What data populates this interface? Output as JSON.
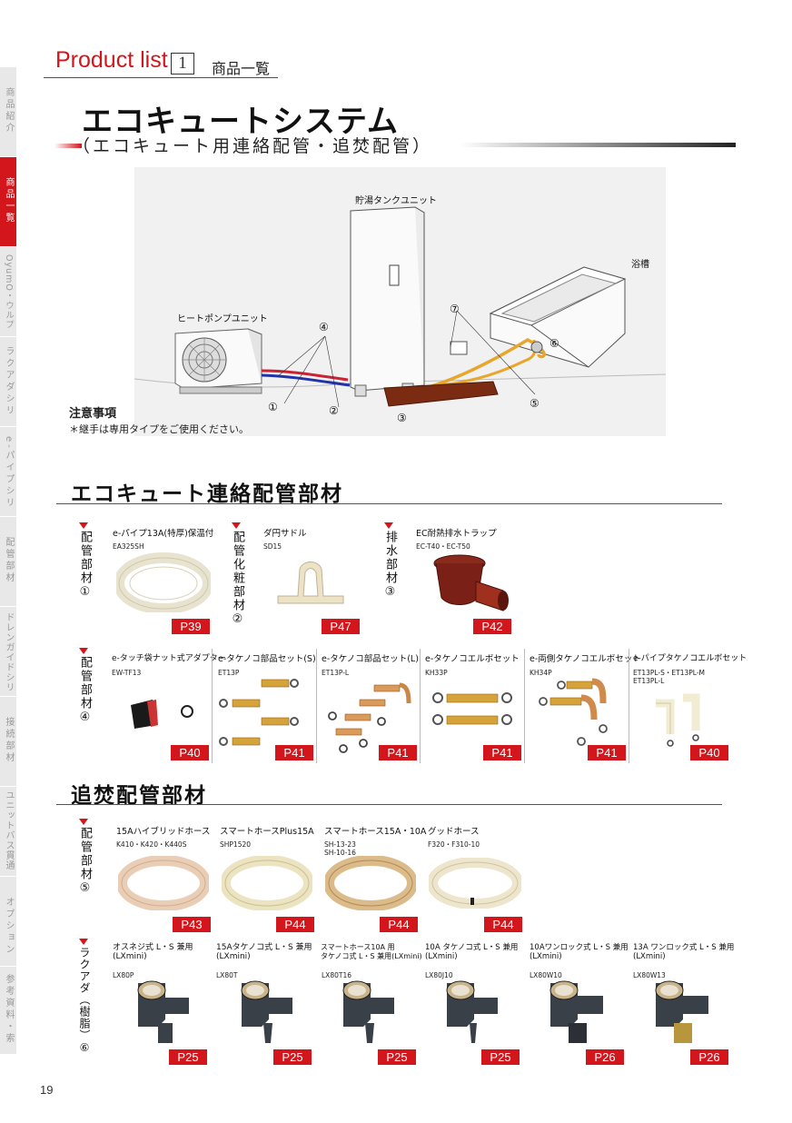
{
  "header": {
    "product_list": "Product list",
    "list_no": "1",
    "product_list_jp": "商品一覧",
    "title": "エコキュートシステム",
    "subtitle": "（エコキュート用連絡配管・追焚配管）"
  },
  "side_tabs": [
    {
      "label": "商品紹介",
      "active": false
    },
    {
      "label": "商品一覧",
      "active": true
    },
    {
      "label": "OyumO・ウルプロシリーズ",
      "active": false
    },
    {
      "label": "ラクアダシリーズ",
      "active": false
    },
    {
      "label": "e-パイプシリーズ",
      "active": false
    },
    {
      "label": "配管部材",
      "active": false
    },
    {
      "label": "ドレンガイドシリーズ",
      "active": false
    },
    {
      "label": "接続部材",
      "active": false
    },
    {
      "label": "ユニットバス貫通金具",
      "active": false
    },
    {
      "label": "オプション",
      "active": false
    },
    {
      "label": "参考資料・索引",
      "active": false
    }
  ],
  "diagram": {
    "labels": {
      "tank": "貯湯タンクユニット",
      "heatpump": "ヒートポンプユニット",
      "bathtub": "浴槽"
    },
    "numbers": [
      "①",
      "②",
      "③",
      "④",
      "⑤",
      "⑥",
      "⑦"
    ]
  },
  "note": {
    "title": "注意事項",
    "text": "＊継手は専用タイプをご使用ください。"
  },
  "sections": {
    "renraku": "エコキュート連絡配管部材",
    "oidaki": "追焚配管部材"
  },
  "categories": {
    "c1": "配管部材①",
    "c2": "配管化粧部材②",
    "c3": "排水部材③",
    "c4": "配管部材④",
    "c5": "配管部材⑤",
    "c6": "ラクアダ（樹脂）⑥"
  },
  "row1": [
    {
      "name": "e-パイプ13A(特厚)保温付",
      "code": "EA325SH",
      "page": "P39"
    },
    {
      "name": "ダ円サドル",
      "code": "SD15",
      "page": "P47"
    },
    {
      "name": "EC耐熱排水トラップ",
      "code": "EC-T40・EC-T50",
      "page": "P42"
    }
  ],
  "row2": [
    {
      "name": "e-タッチ袋ナット式アダプター",
      "code": "EW-TF13",
      "page": "P40"
    },
    {
      "name": "e-タケノコ部品セット(S)",
      "code": "ET13P",
      "page": "P41"
    },
    {
      "name": "e-タケノコ部品セット(L)",
      "code": "ET13P-L",
      "page": "P41"
    },
    {
      "name": "e-タケノコエルボセット",
      "code": "KH33P",
      "page": "P41"
    },
    {
      "name": "e-両側タケノコエルボセット",
      "code": "KH34P",
      "page": "P41"
    },
    {
      "name": "e-パイプタケノコエルボセット",
      "code": "ET13PL-S・ET13PL-M\nET13PL-L",
      "page": "P40"
    }
  ],
  "row3": [
    {
      "name": "15Aハイブリッドホース",
      "code": "K410・K420・K440S",
      "page": "P43"
    },
    {
      "name": "スマートホースPlus15A",
      "code": "SHP1520",
      "page": "P44"
    },
    {
      "name": "スマートホース15A・10A",
      "code": "SH-13-23\nSH-10-16",
      "page": "P44"
    },
    {
      "name": "グッドホース",
      "code": "F320・F310-10",
      "page": "P44"
    }
  ],
  "row4": [
    {
      "name": "オスネジ式 L・S 兼用\n(LXmini)",
      "code": "LX80P",
      "page": "P25"
    },
    {
      "name": "15Aタケノコ式 L・S 兼用\n(LXmini)",
      "code": "LX80T",
      "page": "P25"
    },
    {
      "name": "スマートホース10A 用\nタケノコ式 L・S 兼用(LXmini)",
      "code": "LX80T16",
      "page": "P25"
    },
    {
      "name": "10A タケノコ式 L・S 兼用\n(LXmini)",
      "code": "LX80J10",
      "page": "P25"
    },
    {
      "name": "10Aワンロック式 L・S 兼用\n(LXmini)",
      "code": "LX80W10",
      "page": "P26"
    },
    {
      "name": "13A ワンロック式 L・S 兼用\n(LXmini)",
      "code": "LX80W13",
      "page": "P26"
    }
  ],
  "page_number": "19",
  "colors": {
    "accent": "#d2161c"
  }
}
